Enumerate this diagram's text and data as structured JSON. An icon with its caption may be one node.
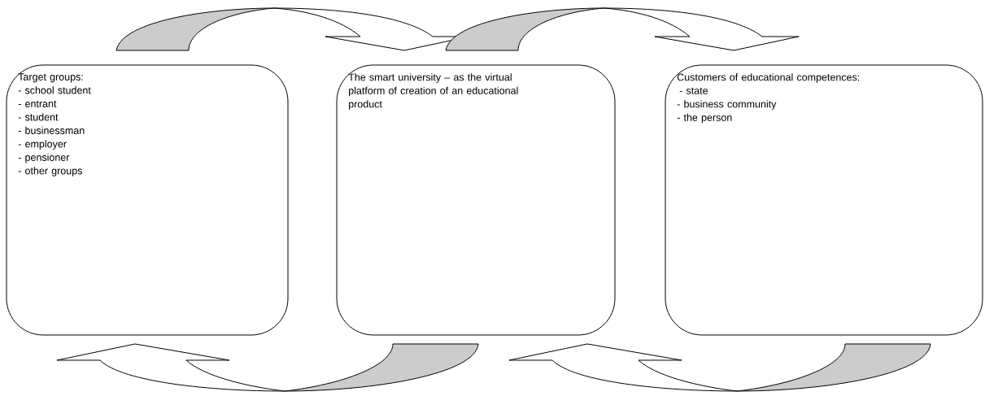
{
  "diagram": {
    "nodes": [
      {
        "text": [
          "Target groups:",
          "- school student",
          "- entrant",
          "- student",
          "- businessman",
          "- employer",
          "- pensioner",
          "- other groups"
        ]
      },
      {
        "text": [
          "The smart university – as the virtual platform of creation of an educational product"
        ]
      },
      {
        "text": [
          "Customers of educational competences:",
          "- state",
          "- business community",
          "- the person"
        ]
      }
    ],
    "edges": [
      {
        "from": 0,
        "to": 1,
        "arrow": "to"
      },
      {
        "from": 1,
        "to": 2,
        "arrow": "to"
      },
      {
        "from": 1,
        "to": 0,
        "arrow": "to"
      },
      {
        "from": 2,
        "to": 1,
        "arrow": "to"
      }
    ]
  }
}
